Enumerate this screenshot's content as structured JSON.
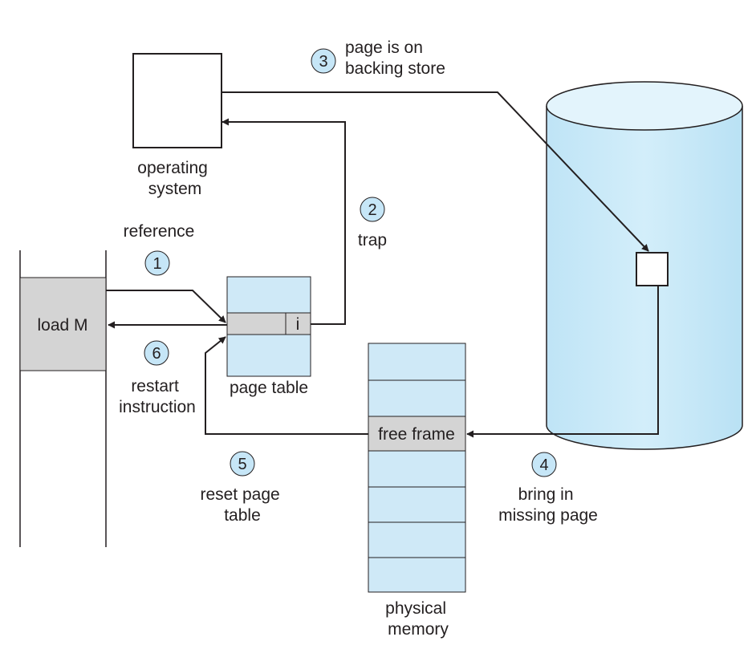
{
  "colors": {
    "fill_light_blue": "#cfe9f7",
    "fill_gray": "#d4d4d4",
    "step_circle": "#c6e6f7",
    "stroke": "#231f20"
  },
  "labels": {
    "operating_system": [
      "operating",
      "system"
    ],
    "reference": "reference",
    "trap": "trap",
    "page_backing_store": [
      "page is on",
      "backing store"
    ],
    "load_instruction": "load M",
    "page_table": "page table",
    "invalid_bit": "i",
    "free_frame": "free frame",
    "restart_instruction": [
      "restart",
      "instruction"
    ],
    "reset_page_table": [
      "reset page",
      "table"
    ],
    "bring_in_missing_page": [
      "bring in",
      "missing page"
    ],
    "physical_memory": [
      "physical",
      "memory"
    ]
  },
  "steps": [
    "1",
    "2",
    "3",
    "4",
    "5",
    "6"
  ]
}
